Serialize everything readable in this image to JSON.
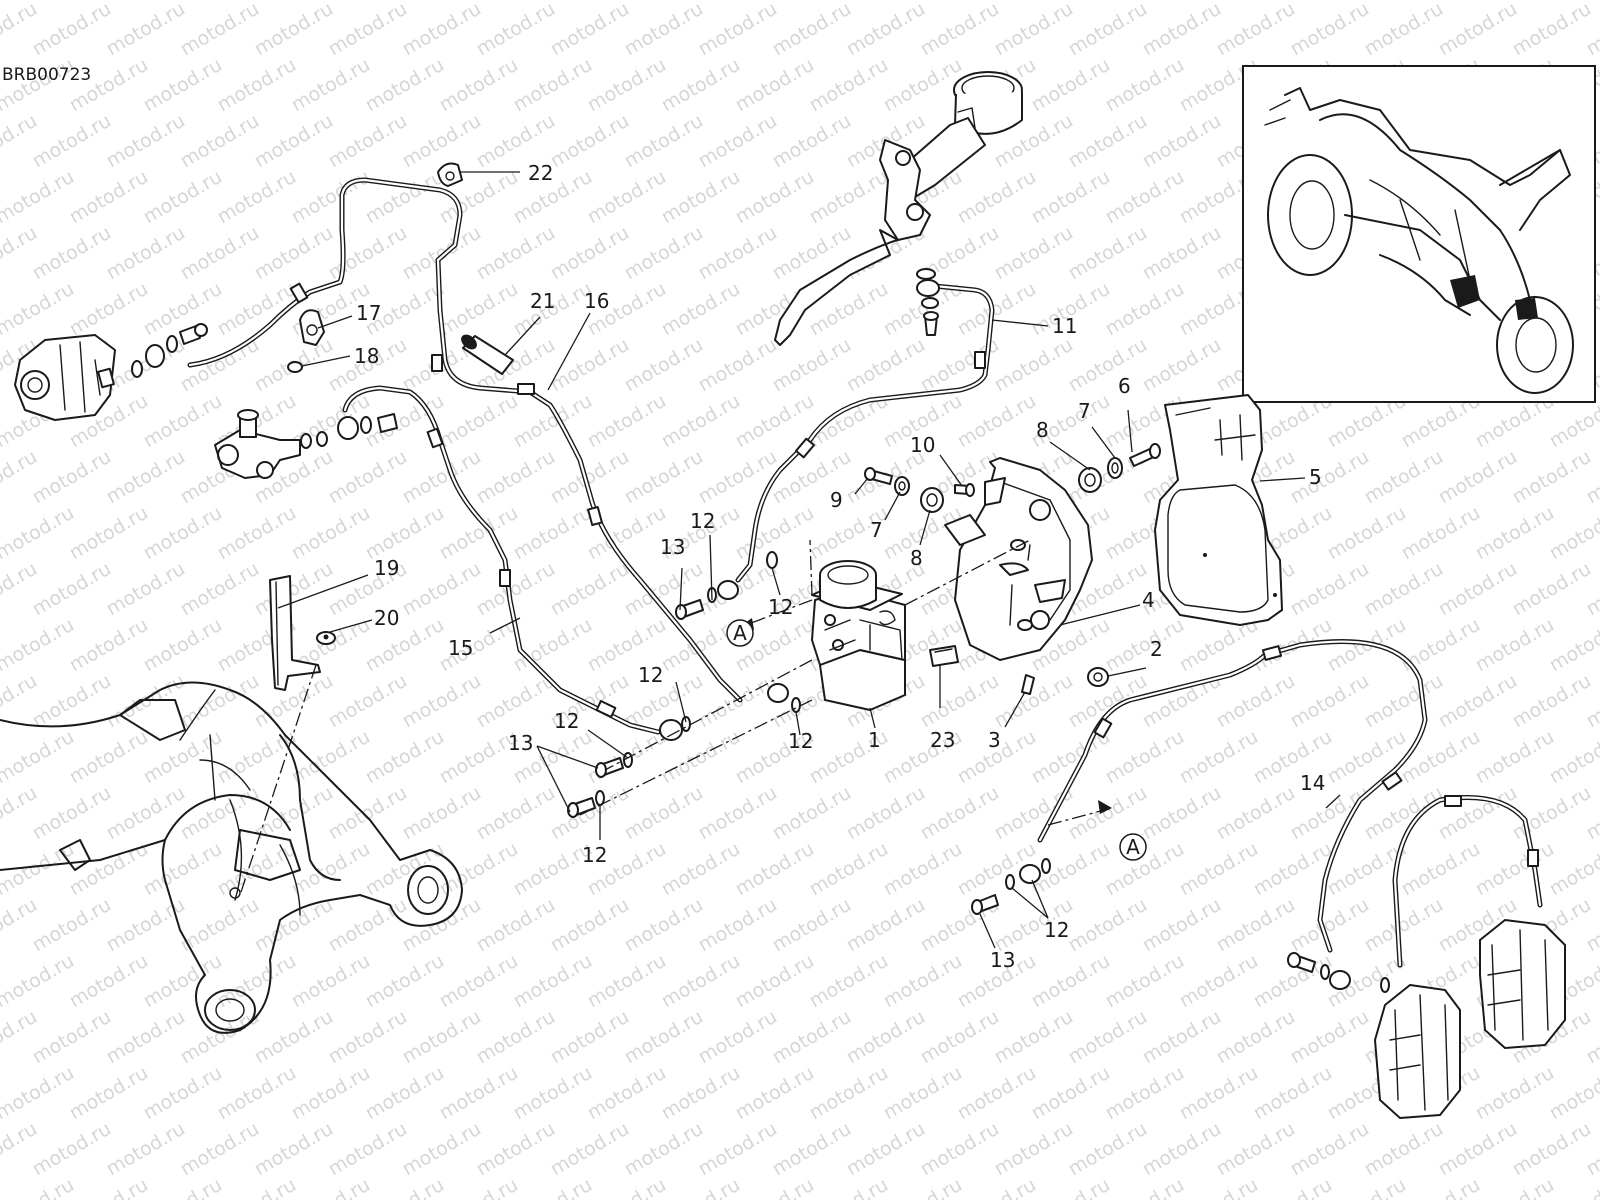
{
  "drawing_code": "BRB00723",
  "watermark_text": "motod.ru",
  "callouts": {
    "c1": "1",
    "c2": "2",
    "c3": "3",
    "c4": "4",
    "c5": "5",
    "c6": "6",
    "c7a": "7",
    "c7b": "7",
    "c8a": "8",
    "c8b": "8",
    "c9": "9",
    "c10": "10",
    "c11": "11",
    "c12a": "12",
    "c12b": "12",
    "c12c": "12",
    "c12d": "12",
    "c12e": "12",
    "c12f": "12",
    "c12g": "12",
    "c13a": "13",
    "c13b": "13",
    "c13c": "13",
    "c14": "14",
    "c15": "15",
    "c16": "16",
    "c17": "17",
    "c18": "18",
    "c19": "19",
    "c20": "20",
    "c21": "21",
    "c22": "22",
    "c23": "23"
  },
  "connection_markers": {
    "left": "A",
    "right": "A"
  }
}
